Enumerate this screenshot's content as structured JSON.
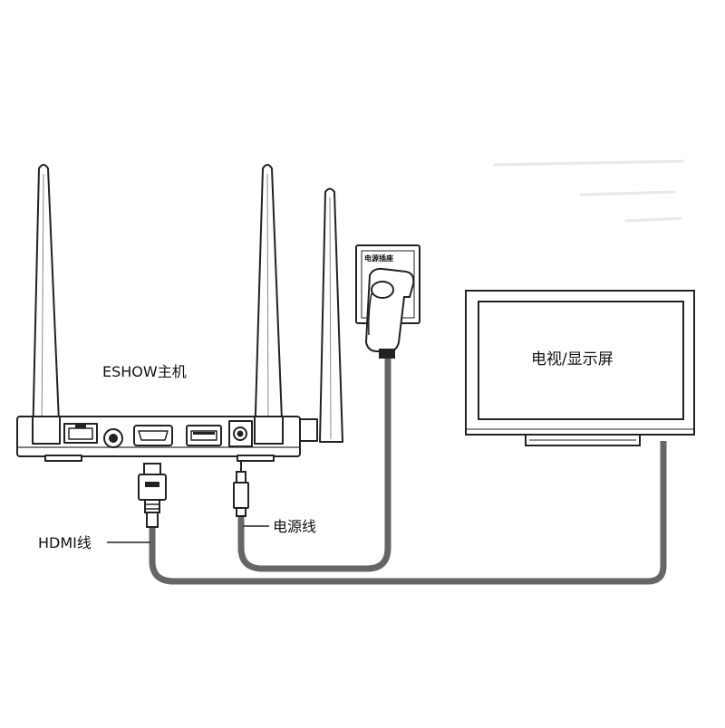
{
  "labels": {
    "host": "ESHOW主机",
    "tv": "电视/显示屏",
    "socket": "电源插座",
    "hdmi_cable": "HDMI线",
    "power_cable": "电源线"
  }
}
